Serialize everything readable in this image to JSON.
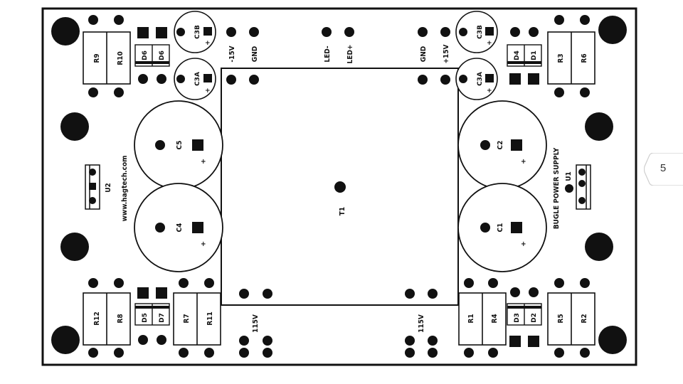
{
  "board": {
    "components": {
      "c3b_left": "C3B",
      "c3a_left": "C3A",
      "c3b_right": "C3B",
      "c3a_right": "C3A",
      "c1": "C1",
      "c2": "C2",
      "c4": "C4",
      "c5": "C5",
      "r1": "R1",
      "r2": "R2",
      "r3": "R3",
      "r4": "R4",
      "r5": "R5",
      "r6": "R6",
      "r7": "R7",
      "r8": "R8",
      "r9": "R9",
      "r10": "R10",
      "r11": "R11",
      "r12": "R12",
      "d1": "D1",
      "d2": "D2",
      "d3": "D3",
      "d4": "D4",
      "d5": "D5",
      "d6": "D6",
      "d7": "D7",
      "d8": "D6",
      "t1": "T1",
      "u1": "U1",
      "u2": "U2"
    },
    "pins": {
      "minus15v": "-15V",
      "gnd_left": "GND",
      "led_minus": "LED-",
      "led_plus": "LED+",
      "gnd_right": "GND",
      "plus15v": "+15V",
      "v115_left": "115V",
      "v115_right": "115V"
    },
    "text": {
      "website": "www.hagtech.com",
      "title": "BUGLE POWER SUPPLY",
      "plus": "+"
    }
  },
  "page_tab": {
    "number": "5"
  },
  "colors": {
    "copper": "#111111",
    "board": "#ffffff",
    "outline": "#111111"
  }
}
